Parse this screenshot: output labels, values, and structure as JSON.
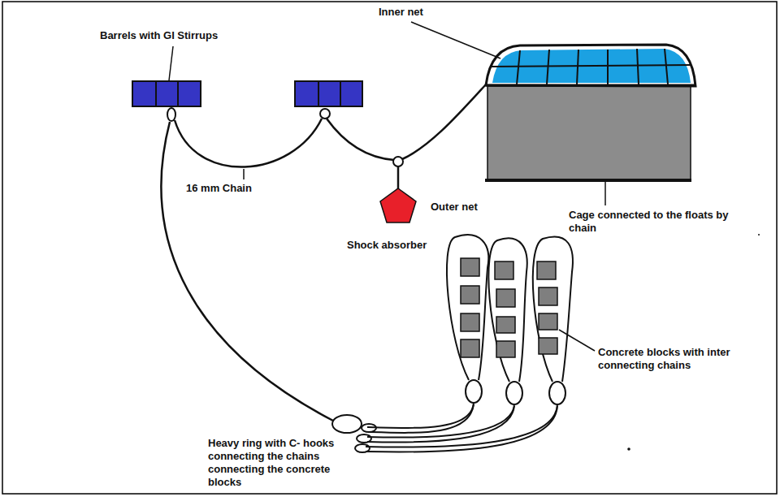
{
  "diagram": {
    "labels": [
      "Barrels with GI Stirrups",
      "Inner net",
      "16 mm Chain",
      "Shock absorber",
      "Outer net",
      "Cage connected to the floats by chain",
      "Concrete blocks with inter connecting chains",
      "Heavy ring with C- hooks connecting the chains connecting the concrete blocks"
    ]
  }
}
